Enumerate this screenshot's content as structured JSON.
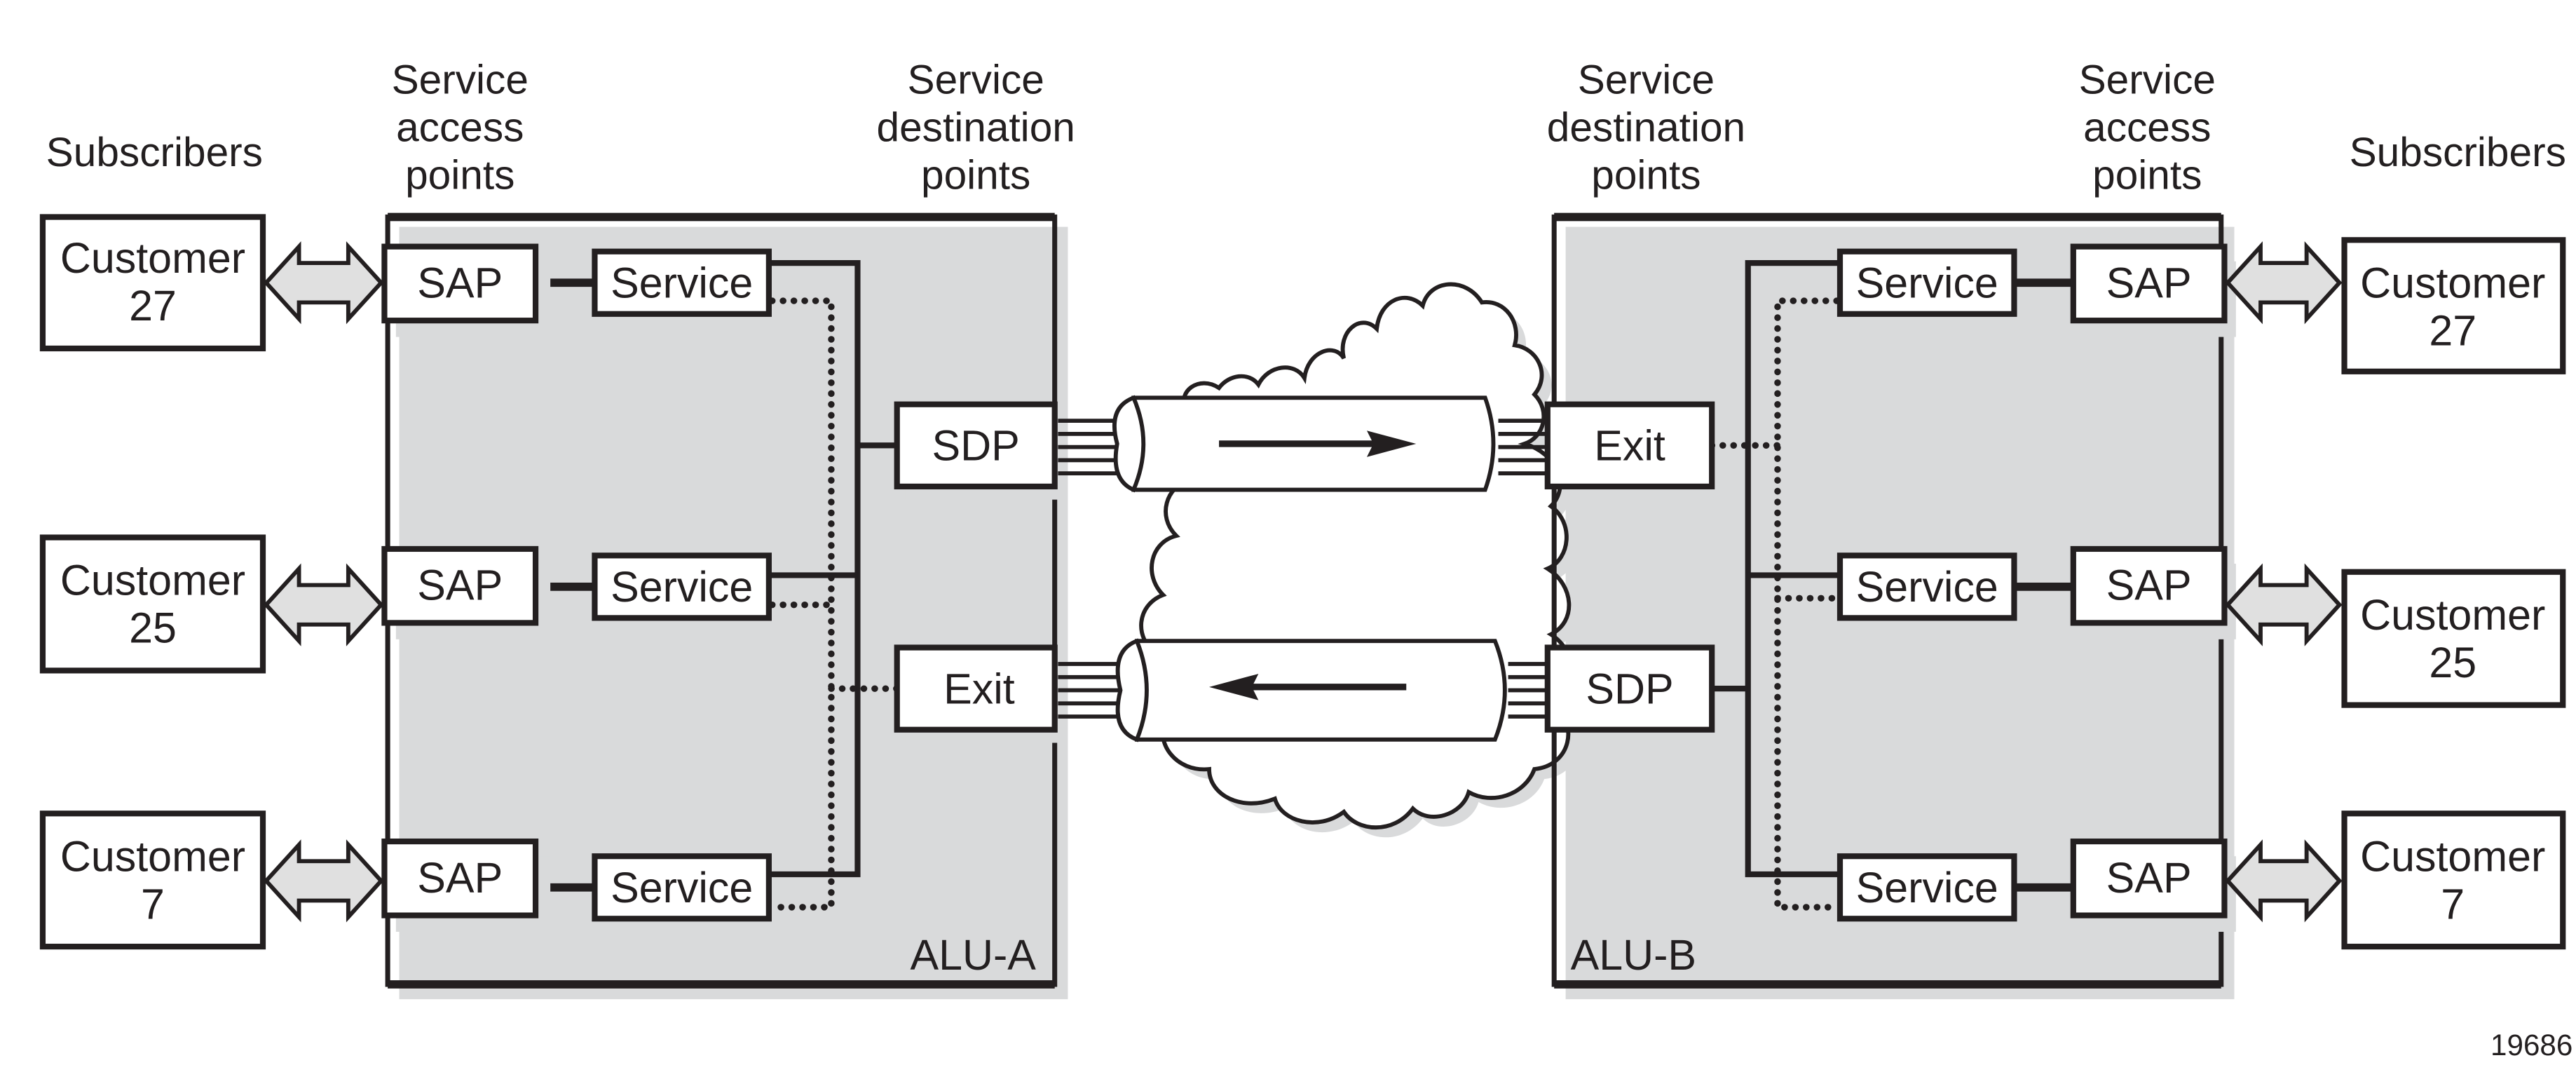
{
  "figure_id": "19686",
  "column_headers": {
    "left_subscribers": "Subscribers",
    "left_sap": [
      "Service",
      "access",
      "points"
    ],
    "left_sdp": [
      "Service",
      "destination",
      "points"
    ],
    "right_sdp": [
      "Service",
      "destination",
      "points"
    ],
    "right_sap": [
      "Service",
      "access",
      "points"
    ],
    "right_subscribers": "Subscribers"
  },
  "routers": {
    "left": {
      "name": "ALU-A",
      "sdp_label": "SDP",
      "exit_label": "Exit",
      "rows": [
        {
          "sap": "SAP",
          "service": "Service",
          "customer": [
            "Customer",
            "27"
          ]
        },
        {
          "sap": "SAP",
          "service": "Service",
          "customer": [
            "Customer",
            "25"
          ]
        },
        {
          "sap": "SAP",
          "service": "Service",
          "customer": [
            "Customer",
            "7"
          ]
        }
      ]
    },
    "right": {
      "name": "ALU-B",
      "sdp_label": "SDP",
      "exit_label": "Exit",
      "rows": [
        {
          "sap": "SAP",
          "service": "Service",
          "customer": [
            "Customer",
            "27"
          ]
        },
        {
          "sap": "SAP",
          "service": "Service",
          "customer": [
            "Customer",
            "25"
          ]
        },
        {
          "sap": "SAP",
          "service": "Service",
          "customer": [
            "Customer",
            "7"
          ]
        }
      ]
    }
  },
  "tunnels": [
    {
      "direction": "left-to-right",
      "from": "SDP",
      "to": "Exit"
    },
    {
      "direction": "right-to-left",
      "from": "SDP",
      "to": "Exit"
    }
  ],
  "icons": {
    "network_cloud": "cloud-icon",
    "tunnel": "tunnel-pipe-icon",
    "bidirectional_arrow": "double-arrow-icon"
  }
}
